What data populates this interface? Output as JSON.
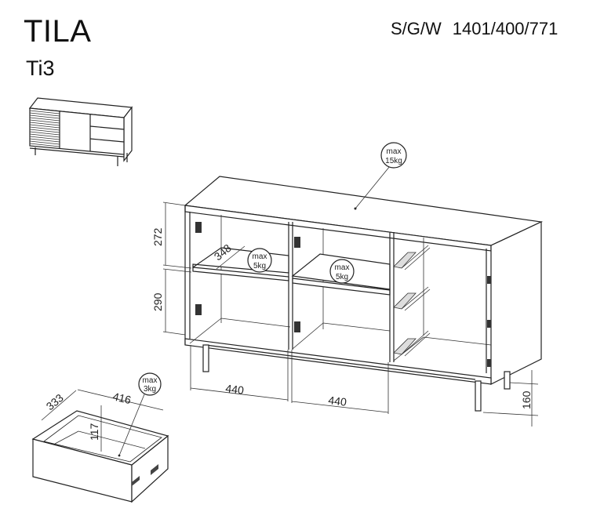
{
  "header": {
    "product_name": "TILA",
    "model_code": "Ti3",
    "dimension_label": "S/G/W",
    "dimension_values": "1401/400/771"
  },
  "drawing": {
    "thumbnail": "sideboard-thumbnail",
    "shelf_depth": "348",
    "top_load": {
      "line1": "max",
      "line2": "15kg"
    },
    "shelf_load_left": {
      "line1": "max",
      "line2": "5kg"
    },
    "shelf_load_middle": {
      "line1": "max",
      "line2": "5kg"
    },
    "height_upper": "272",
    "height_lower": "290",
    "width_left": "440",
    "width_middle": "440",
    "leg_height": "160",
    "drawer": {
      "depth": "333",
      "width": "416",
      "height": "117",
      "load": {
        "line1": "max",
        "line2": "3kg"
      }
    }
  }
}
